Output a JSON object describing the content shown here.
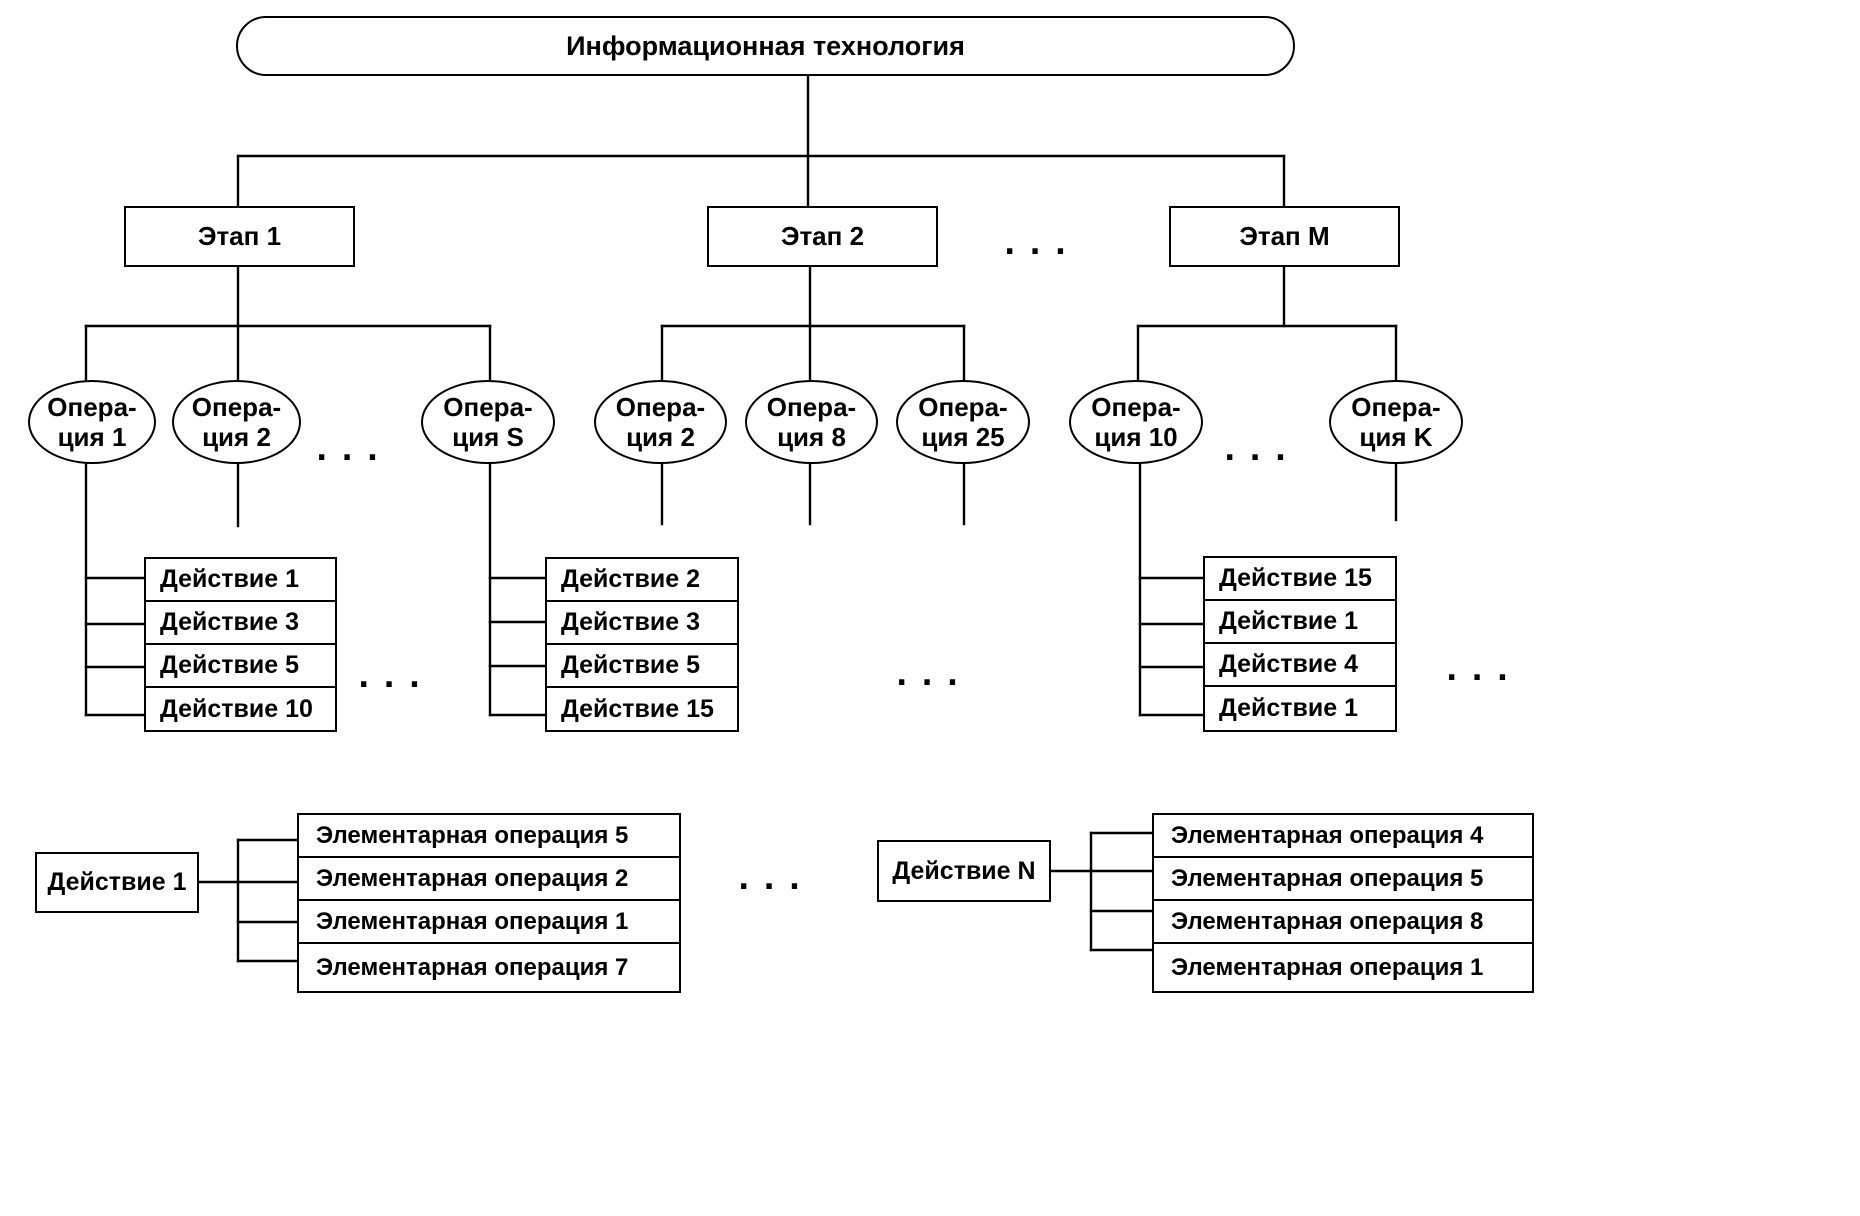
{
  "root": {
    "label": "Информационная  технология"
  },
  "stages": [
    {
      "label": "Этап 1"
    },
    {
      "label": "Этап 2"
    },
    {
      "label": "Этап  M"
    }
  ],
  "operations": [
    {
      "line1": "Опера-",
      "line2": "ция 1"
    },
    {
      "line1": "Опера-",
      "line2": "ция 2"
    },
    {
      "line1": "Опера-",
      "line2": "ция S"
    },
    {
      "line1": "Опера-",
      "line2": "ция 2"
    },
    {
      "line1": "Опера-",
      "line2": "ция 8"
    },
    {
      "line1": "Опера-",
      "line2": "ция 25"
    },
    {
      "line1": "Опера-",
      "line2": "ция 10"
    },
    {
      "line1": "Опера-",
      "line2": "ция K"
    }
  ],
  "action_groups": [
    {
      "items": [
        "Действие 1",
        "Действие 3",
        "Действие 5",
        "Действие 10"
      ]
    },
    {
      "items": [
        "Действие 2",
        "Действие 3",
        "Действие 5",
        "Действие 15"
      ]
    },
    {
      "items": [
        "Действие 15",
        "Действие 1",
        "Действие 4",
        "Действие 1"
      ]
    }
  ],
  "details": [
    {
      "action": "Действие 1",
      "items": [
        "Элементарная операция 5",
        "Элементарная операция 2",
        "Элементарная операция 1",
        "Элементарная операция 7"
      ]
    },
    {
      "action": "Действие N",
      "items": [
        "Элементарная операция 4",
        "Элементарная операция 5",
        "Элементарная операция 8",
        "Элементарная операция 1"
      ]
    }
  ],
  "ellipsis": "..."
}
